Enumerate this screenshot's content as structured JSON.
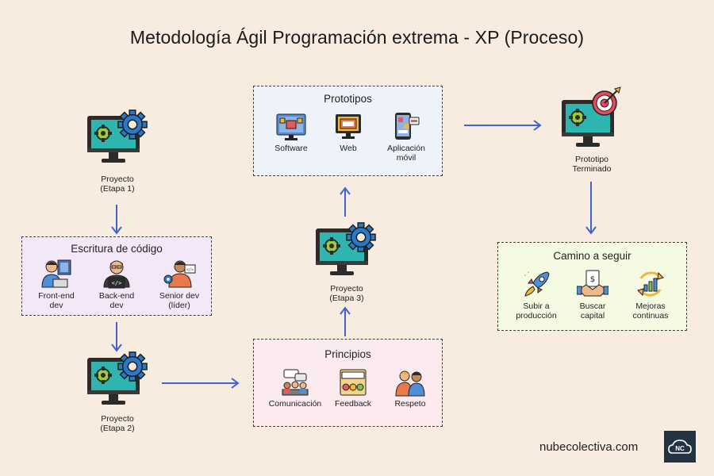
{
  "title": "Metodología Ágil Programación extrema - XP (Proceso)",
  "stages": {
    "etapa1": "Proyecto\n(Etapa 1)",
    "etapa2": "Proyecto\n(Etapa 2)",
    "etapa3": "Proyecto\n(Etapa 3)",
    "terminado": "Prototipo\nTerminado"
  },
  "escritura": {
    "title": "Escritura de código",
    "items": [
      "Front-end\ndev",
      "Back-end\ndev",
      "Senior dev\n(líder)"
    ]
  },
  "principios": {
    "title": "Principios",
    "items": [
      "Comunicación",
      "Feedback",
      "Respeto"
    ]
  },
  "prototipos": {
    "title": "Prototipos",
    "items": [
      "Software",
      "Web",
      "Aplicación\nmóvil"
    ]
  },
  "camino": {
    "title": "Camino a seguir",
    "items": [
      "Subir a\nproducción",
      "Buscar\ncapital",
      "Mejoras\ncontinuas"
    ]
  },
  "footer": {
    "site": "nubecolectiva.com",
    "logo": "NC"
  },
  "colors": {
    "background": "#f8ebe0",
    "arrow": "#3f63d4",
    "escritura_bg": "#f3e8f8",
    "principios_bg": "#fcebee",
    "prototipos_bg": "#eef3fa",
    "camino_bg": "#f5fbe3",
    "monitor_screen": "#2fb5b0",
    "gear": "#2a79c9"
  },
  "icons": [
    "monitor-gear-icon",
    "monitor-target-icon",
    "developer-icon",
    "prototype-icon",
    "principle-icon",
    "rocket-icon",
    "handshake-money-icon",
    "cycle-chart-icon"
  ]
}
